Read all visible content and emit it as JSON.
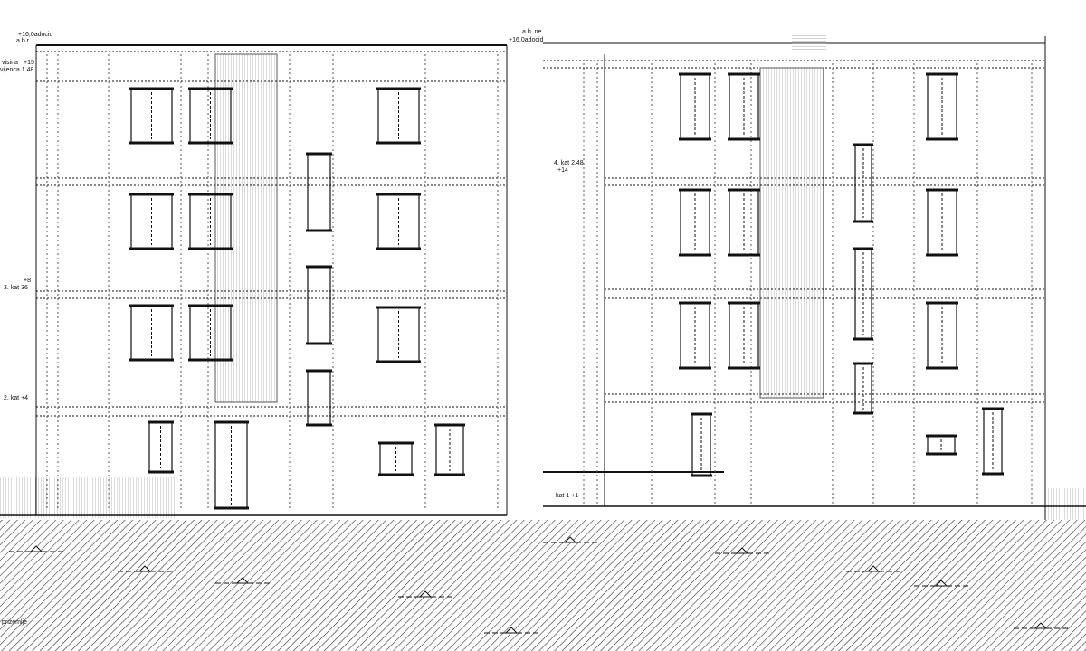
{
  "drawing": {
    "left_elevation": {
      "labels": {
        "top_level": "+16,0adocid",
        "top_note": "a.b.r",
        "height_label": "visina",
        "cornice_label": "vijenca 1.48",
        "mark_15": "+15",
        "floor3": "3. kat 36",
        "mark_8": "+8",
        "floor2": "2. kat +4",
        "ground_note": "prizemlje"
      }
    },
    "right_elevation": {
      "labels": {
        "top_note": "a.b. ne",
        "top_level": "+16,0adocid",
        "floor4": "4. kat 2.48",
        "mark_14": "+14",
        "floor1": "kat 1 +1"
      }
    },
    "colors": {
      "line": "#111111",
      "background": "#ffffff",
      "hatch": "#333333"
    }
  }
}
